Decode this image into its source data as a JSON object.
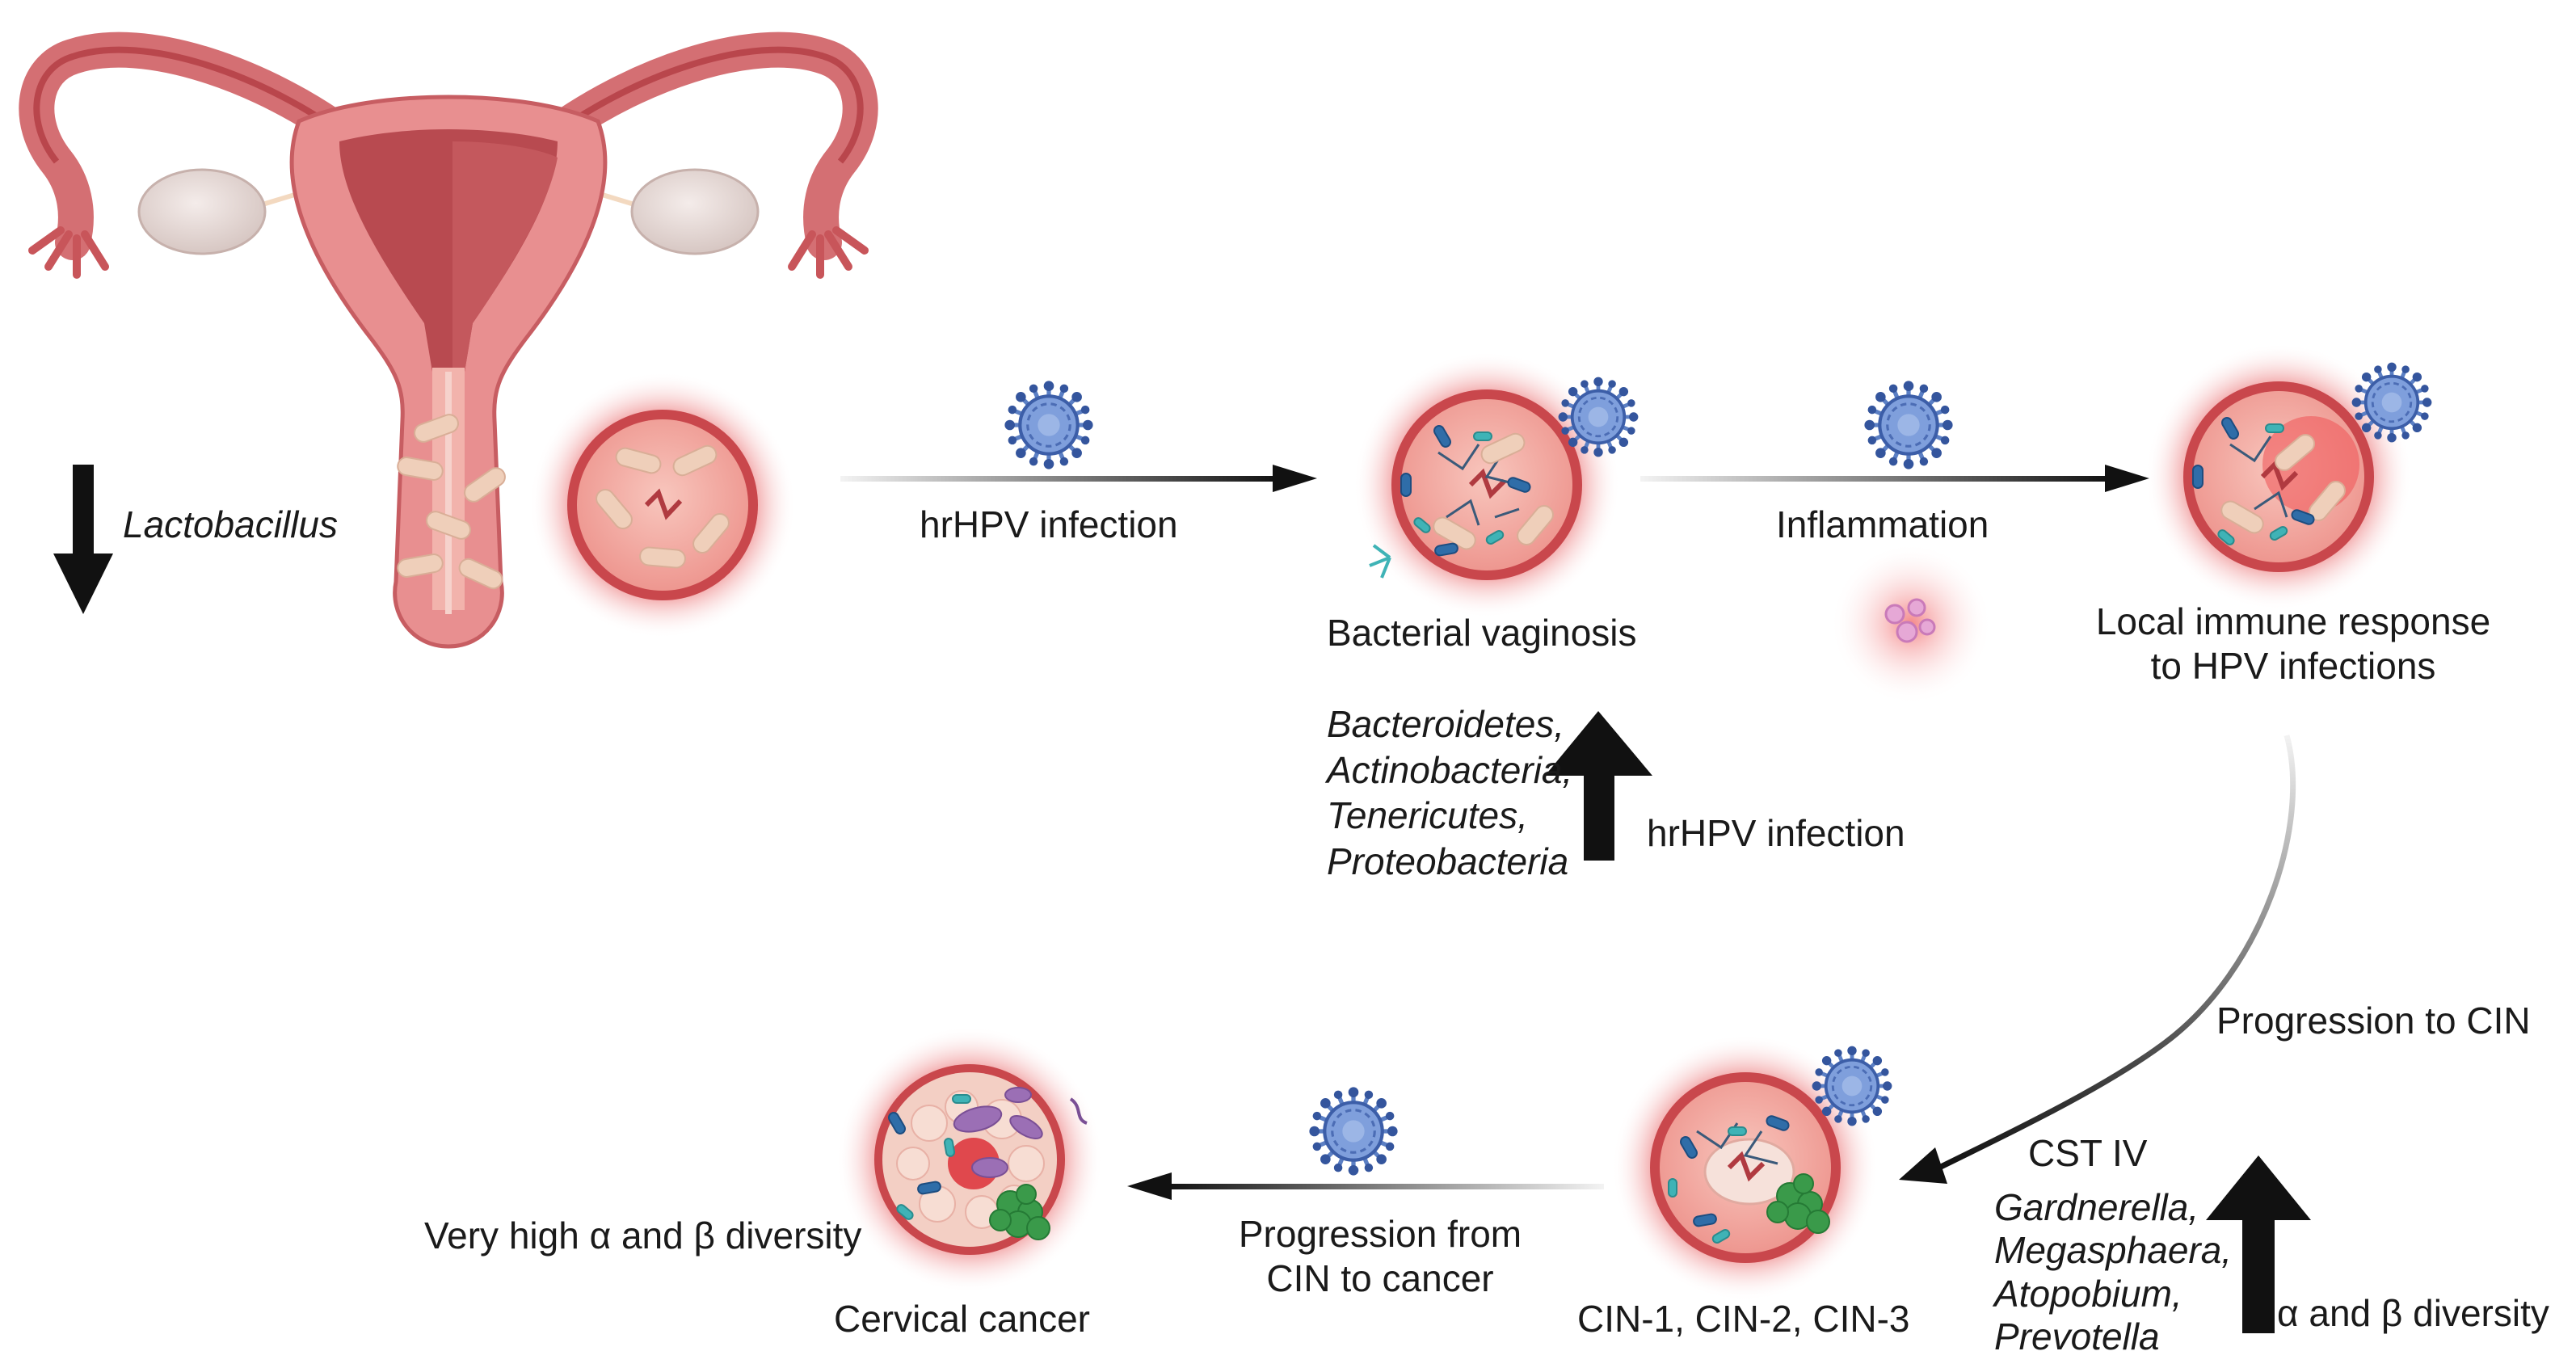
{
  "labels": {
    "lactobacillus": "Lactobacillus",
    "hrhpv_infection": "hrHPV infection",
    "bacterial_vaginosis": "Bacterial vaginosis",
    "inflammation": "Inflammation",
    "local_immune_line1": "Local immune response",
    "local_immune_line2": "to HPV infections",
    "bv_taxa": [
      "Bacteroidetes,",
      "Actinobacteria,",
      "Tenericutes,",
      "Proteobacteria"
    ],
    "hrhpv_infection_up": "hrHPV infection",
    "progression_to_cin": "Progression to CIN",
    "cst_iv": "CST IV",
    "cst_taxa": [
      "Gardnerella,",
      "Megasphaera,",
      "Atopobium,",
      "Prevotella"
    ],
    "alpha_beta_diversity": "α and β diversity",
    "cin_stages": "CIN-1, CIN-2, CIN-3",
    "progression_cancer_line1": "Progression from",
    "progression_cancer_line2": "CIN to cancer",
    "very_high_diversity": "Very high α and β diversity",
    "cervical_cancer": "Cervical cancer"
  },
  "colors": {
    "uterus_body": "#e58d8f",
    "uterus_cavity": "#b94a4f",
    "ovary": "#e6dcd9",
    "cervix_glow": "#e04b4e",
    "cervix_face": "#f6b3aa",
    "virus": "#5b7fc4",
    "rod_bacteria": "#ecc6b0",
    "bv_bacteria": "#2f6da8",
    "tumor": "#3a9a4a",
    "arrow": "#111111"
  }
}
